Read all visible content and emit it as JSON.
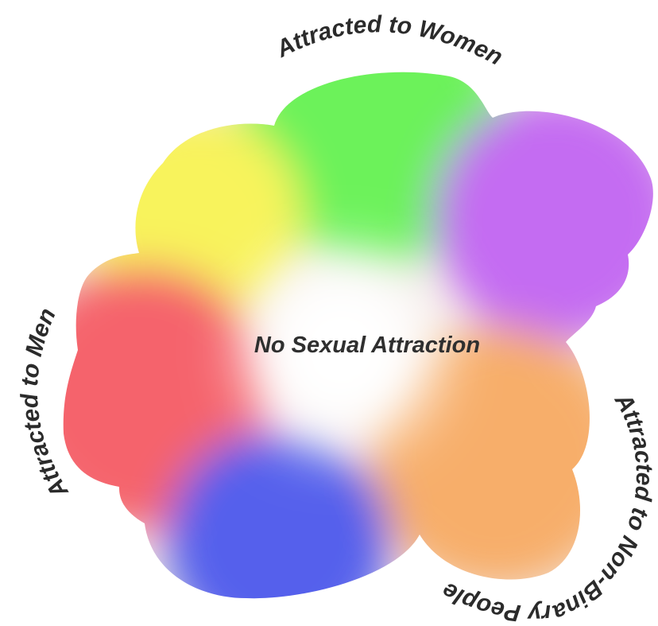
{
  "labels": {
    "women": "Attracted to Women",
    "men": "Attracted to Men",
    "nonbinary": "Attracted to Non-Binary People",
    "center": "No Sexual Attraction"
  },
  "colors": {
    "women": "#6cf25a",
    "yellow": "#f8f35c",
    "purple": "#c46cf2",
    "men": "#f5646c",
    "nonbinary": "#f7ae6a",
    "blue": "#5561ec",
    "center": "#ffffff"
  }
}
